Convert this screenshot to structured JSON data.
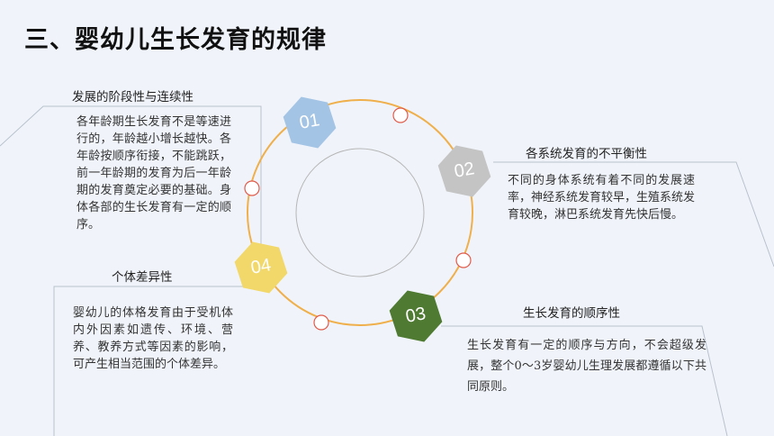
{
  "title": "三、婴幼儿生长发育的规律",
  "colors": {
    "ring": "#efb04c",
    "marker_border": "#e05a4a",
    "hex_01": "#a4c4e6",
    "hex_02": "#c4c4c4",
    "hex_03": "#4f7a32",
    "hex_04": "#f2d86a",
    "panel_line": "#b8c2cc"
  },
  "items": [
    {
      "number": "01",
      "heading": "发展的阶段性与连续性",
      "text": "各年龄期生长发育不是等速进行的，年龄越小增长越快。各年龄按顺序衔接，不能跳跃，前一年龄期的发育为后一年龄期的发育奠定必要的基础。身体各部的生长发育有一定的顺序。"
    },
    {
      "number": "02",
      "heading": "各系统发育的不平衡性",
      "text": "不同的身体系统有着不同的发展速率，神经系统发育较早，生殖系统发育较晚，淋巴系统发育先快后慢。"
    },
    {
      "number": "03",
      "heading": "生长发育的顺序性",
      "text": "生长发育有一定的顺序与方向，不会超级发展，整个0～3岁婴幼儿生理发展都遵循以下共同原则。"
    },
    {
      "number": "04",
      "heading": "个体差异性",
      "text": "婴幼儿的体格发育由于受机体内外因素如遗传、环境、营养、教养方式等因素的影响，可产生相当范围的个体差异。"
    }
  ]
}
